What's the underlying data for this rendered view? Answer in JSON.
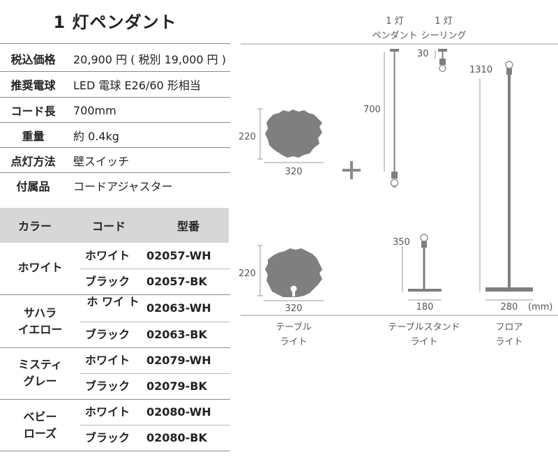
{
  "title": "1 灯ペンダント",
  "specs": [
    {
      "label": "税込価格",
      "value": "20,900 円 ( 税別 19,000 円 )"
    },
    {
      "label": "推奨電球",
      "value": "LED 電球 E26/60 形相当"
    },
    {
      "label": "コード長",
      "value": "700mm"
    },
    {
      "label": "重量",
      "value": "約 0.4kg"
    },
    {
      "label": "点灯方法",
      "value": "壁スイッチ"
    },
    {
      "label": "付属品",
      "value": "コードアジャスター"
    }
  ],
  "table": {
    "headers": [
      "カラー",
      "コード",
      "型番"
    ],
    "groups": [
      {
        "color_line1": "ホワイト",
        "color_line2": "",
        "rows": [
          {
            "cord": "ホワイト",
            "model": "02057-WH"
          },
          {
            "cord": "ブラック",
            "model": "02057-BK"
          }
        ]
      },
      {
        "color_line1": "サハラ",
        "color_line2": "イエロー",
        "rows": [
          {
            "cord": "ホ ワイ ト",
            "model": "02063-WH"
          },
          {
            "cord": "ブラック",
            "model": "02063-BK"
          }
        ]
      },
      {
        "color_line1": "ミスティ",
        "color_line2": "グレー",
        "rows": [
          {
            "cord": "ホワイト",
            "model": "02079-WH"
          },
          {
            "cord": "ブラック",
            "model": "02079-BK"
          }
        ]
      },
      {
        "color_line1": "ベビー",
        "color_line2": "ローズ",
        "rows": [
          {
            "cord": "ホワイト",
            "model": "02080-WH"
          },
          {
            "cord": "ブラック",
            "model": "02080-BK"
          }
        ]
      }
    ]
  },
  "diagram": {
    "pendant_top_label_1": "1 灯",
    "pendant_top_label_2": "ペンダント",
    "ceiling_top_label_1": "1 灯",
    "ceiling_top_label_2": "シーリング",
    "pendant_shade_height": "220",
    "pendant_shade_width": "320",
    "pendant_cord_length": "700",
    "ceiling_height": "30",
    "floor_height": "1310",
    "table_shade_height": "220",
    "table_shade_width": "320",
    "table_stand_height": "350",
    "table_stand_width": "180",
    "floor_base_width": "280",
    "unit": "(mm)",
    "caption_table_1": "テーブル",
    "caption_table_2": "ライト",
    "caption_stand_1": "テーブルスタンド",
    "caption_stand_2": "ライト",
    "caption_floor_1": "フロア",
    "caption_floor_2": "ライト",
    "shade_color": "#7f7f7f",
    "line_color": "#999999"
  }
}
